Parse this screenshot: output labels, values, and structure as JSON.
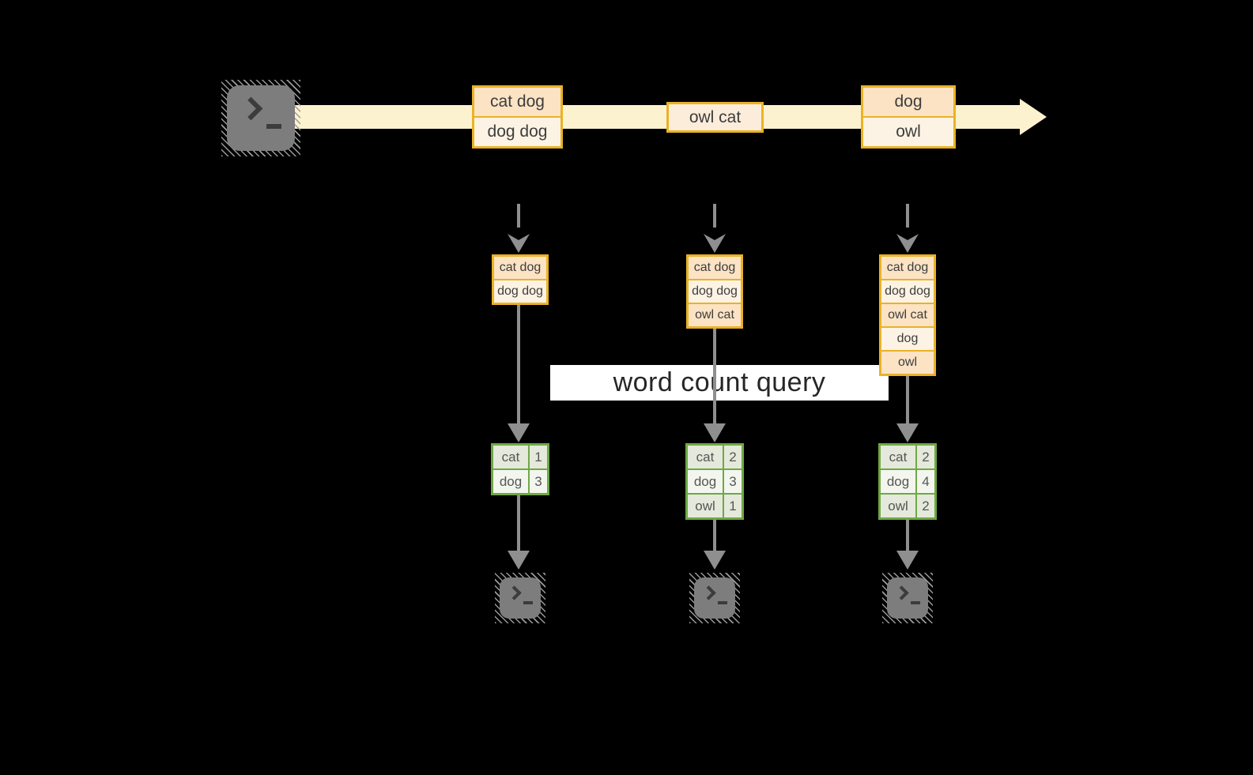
{
  "query_label": "word count query",
  "stream": {
    "events": [
      {
        "lines": [
          "cat dog",
          "dog dog"
        ]
      },
      {
        "lines": [
          "owl cat"
        ]
      },
      {
        "lines": [
          "dog",
          "owl"
        ]
      }
    ]
  },
  "states": [
    {
      "rows": [
        "cat dog",
        "dog dog"
      ]
    },
    {
      "rows": [
        "cat dog",
        "dog dog",
        "owl cat"
      ]
    },
    {
      "rows": [
        "cat dog",
        "dog dog",
        "owl cat",
        "dog",
        "owl"
      ]
    }
  ],
  "result_tables": [
    {
      "rows": [
        [
          "cat",
          "1"
        ],
        [
          "dog",
          "3"
        ]
      ]
    },
    {
      "rows": [
        [
          "cat",
          "2"
        ],
        [
          "dog",
          "3"
        ],
        [
          "owl",
          "1"
        ]
      ]
    },
    {
      "rows": [
        [
          "cat",
          "2"
        ],
        [
          "dog",
          "4"
        ],
        [
          "owl",
          "2"
        ]
      ]
    }
  ],
  "icons": {
    "source": "terminal-icon",
    "sinks": [
      "terminal-icon",
      "terminal-icon",
      "terminal-icon"
    ]
  },
  "colors": {
    "background": "#000000",
    "stream_band": "#fdf2cf",
    "event_border": "#eab226",
    "event_fill_dark": "#fbe3c4",
    "event_fill_light": "#fdf3e4",
    "event_fill_mid": "#fcedda",
    "event_text": "#3d3d3d",
    "result_border": "#6fa845",
    "result_fill_dark": "#e4e9db",
    "result_fill_light": "#f3f6ee",
    "result_text": "#565656",
    "arrow": "#8f8f8f",
    "terminal": "#7d7d7d",
    "label_bg": "#ffffff",
    "label_text": "#262626"
  }
}
